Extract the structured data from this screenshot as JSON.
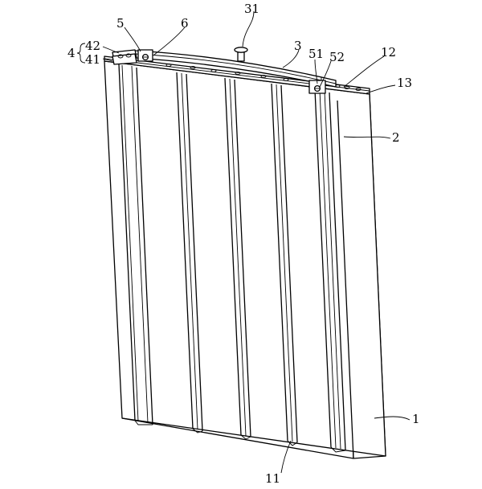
{
  "labels": {
    "l1": "1",
    "l2": "2",
    "l3": "3",
    "l31": "31",
    "l4": "4",
    "l41": "41",
    "l42": "42",
    "l5": "5",
    "l51": "51",
    "l52": "52",
    "l6": "6",
    "l11": "11",
    "l12": "12",
    "l13": "13"
  }
}
